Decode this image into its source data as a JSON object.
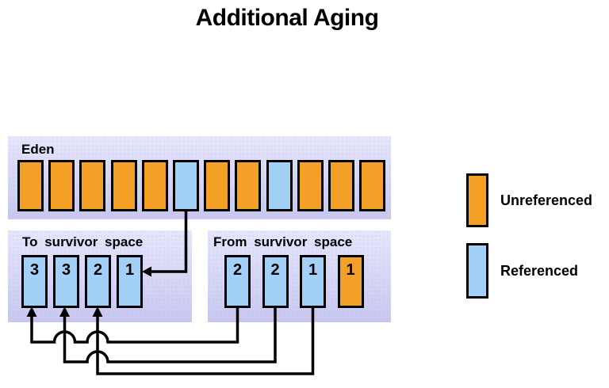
{
  "title": "Additional Aging",
  "colors": {
    "unreferenced": "#F4A026",
    "referenced": "#A3D0F6",
    "panel_top": "#E6E6FC",
    "panel_bottom": "#C8C8F0",
    "line": "#000000"
  },
  "eden": {
    "label": "Eden",
    "blocks": [
      {
        "type": "unreferenced"
      },
      {
        "type": "unreferenced"
      },
      {
        "type": "unreferenced"
      },
      {
        "type": "unreferenced"
      },
      {
        "type": "unreferenced"
      },
      {
        "type": "referenced"
      },
      {
        "type": "unreferenced"
      },
      {
        "type": "unreferenced"
      },
      {
        "type": "referenced"
      },
      {
        "type": "unreferenced"
      },
      {
        "type": "unreferenced"
      },
      {
        "type": "unreferenced"
      }
    ]
  },
  "to_survivor": {
    "label": "To survivor space",
    "blocks": [
      {
        "label": "3",
        "type": "referenced"
      },
      {
        "label": "3",
        "type": "referenced"
      },
      {
        "label": "2",
        "type": "referenced"
      },
      {
        "label": "1",
        "type": "referenced"
      }
    ]
  },
  "from_survivor": {
    "label": "From survivor space",
    "blocks": [
      {
        "label": "2",
        "type": "referenced"
      },
      {
        "label": "2",
        "type": "referenced"
      },
      {
        "label": "1",
        "type": "referenced"
      },
      {
        "label": "1",
        "type": "unreferenced"
      }
    ]
  },
  "legend": {
    "items": [
      {
        "label": "Unreferenced",
        "type": "unreferenced"
      },
      {
        "label": "Referenced",
        "type": "referenced"
      }
    ]
  }
}
